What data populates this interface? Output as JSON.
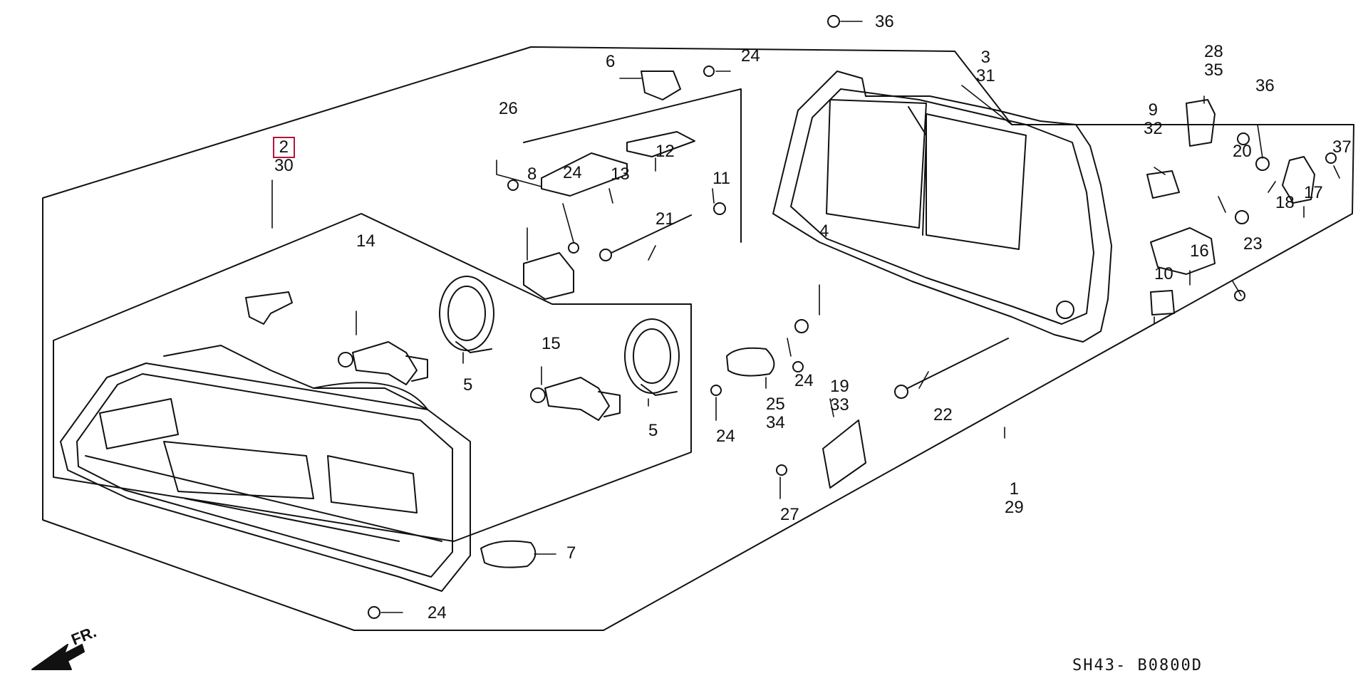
{
  "diagram": {
    "code": "SH43- B0800D",
    "direction_label": "FR.",
    "callouts": [
      {
        "id": "c36a",
        "lines": [
          "36"
        ]
      },
      {
        "id": "c6",
        "lines": [
          "6"
        ]
      },
      {
        "id": "c24a",
        "lines": [
          "24"
        ]
      },
      {
        "id": "c3",
        "lines": [
          "3",
          "31"
        ]
      },
      {
        "id": "c28",
        "lines": [
          "28",
          "35"
        ]
      },
      {
        "id": "c36b",
        "lines": [
          "36"
        ]
      },
      {
        "id": "c9",
        "lines": [
          "9",
          "32"
        ]
      },
      {
        "id": "c26",
        "lines": [
          "26"
        ]
      },
      {
        "id": "c12",
        "lines": [
          "12"
        ]
      },
      {
        "id": "c20",
        "lines": [
          "20"
        ]
      },
      {
        "id": "c37",
        "lines": [
          "37"
        ]
      },
      {
        "id": "c2",
        "lines": [
          "2",
          "30"
        ]
      },
      {
        "id": "c24b",
        "lines": [
          "24"
        ]
      },
      {
        "id": "c13",
        "lines": [
          "13"
        ]
      },
      {
        "id": "c11",
        "lines": [
          "11"
        ]
      },
      {
        "id": "c8",
        "lines": [
          "8"
        ]
      },
      {
        "id": "c18",
        "lines": [
          "18"
        ]
      },
      {
        "id": "c17",
        "lines": [
          "17"
        ]
      },
      {
        "id": "c21",
        "lines": [
          "21"
        ]
      },
      {
        "id": "c14",
        "lines": [
          "14"
        ]
      },
      {
        "id": "c16",
        "lines": [
          "16"
        ]
      },
      {
        "id": "c23",
        "lines": [
          "23"
        ]
      },
      {
        "id": "c4",
        "lines": [
          "4"
        ]
      },
      {
        "id": "c10",
        "lines": [
          "10"
        ]
      },
      {
        "id": "c15",
        "lines": [
          "15"
        ]
      },
      {
        "id": "c5a",
        "lines": [
          "5"
        ]
      },
      {
        "id": "c24c",
        "lines": [
          "24"
        ]
      },
      {
        "id": "c19",
        "lines": [
          "19",
          "33"
        ]
      },
      {
        "id": "c22",
        "lines": [
          "22"
        ]
      },
      {
        "id": "c25",
        "lines": [
          "25",
          "34"
        ]
      },
      {
        "id": "c5b",
        "lines": [
          "5"
        ]
      },
      {
        "id": "c24d",
        "lines": [
          "24"
        ]
      },
      {
        "id": "c1",
        "lines": [
          "1",
          "29"
        ]
      },
      {
        "id": "c27",
        "lines": [
          "27"
        ]
      },
      {
        "id": "c7",
        "lines": [
          "7"
        ]
      },
      {
        "id": "c24e",
        "lines": [
          "24"
        ]
      }
    ],
    "highlighted": "2"
  }
}
